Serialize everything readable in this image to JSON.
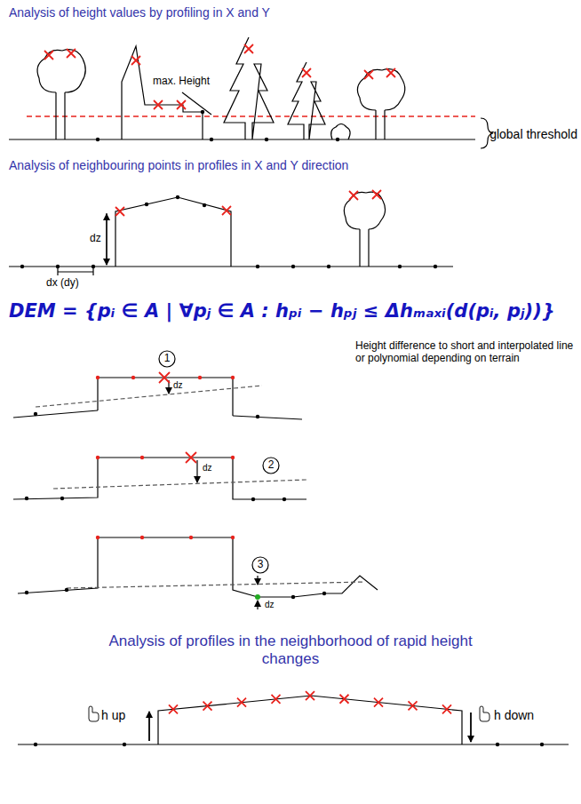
{
  "diagram": {
    "title": "Analysis of height values by profiling in X and Y",
    "labels": [
      "max. Height",
      "global threshold",
      "Analysis of neighbouring points in profiles in X and Y direction",
      "dz",
      "dx (dy)",
      "DEM = {pᵢ ∈ A | ∀pⱼ ∈ A : hₚᵢ − hₚⱼ ≤ Δhₘₐₓᵢ(d(pᵢ, pⱼ))}",
      "1",
      "dz",
      "Height difference to short and interpolated line or polynomial depending on terrain",
      "2",
      "dz",
      "3",
      "dz",
      "Analysis of profiles in the neighborhood of rapid height changes",
      "h up",
      "h down"
    ]
  }
}
